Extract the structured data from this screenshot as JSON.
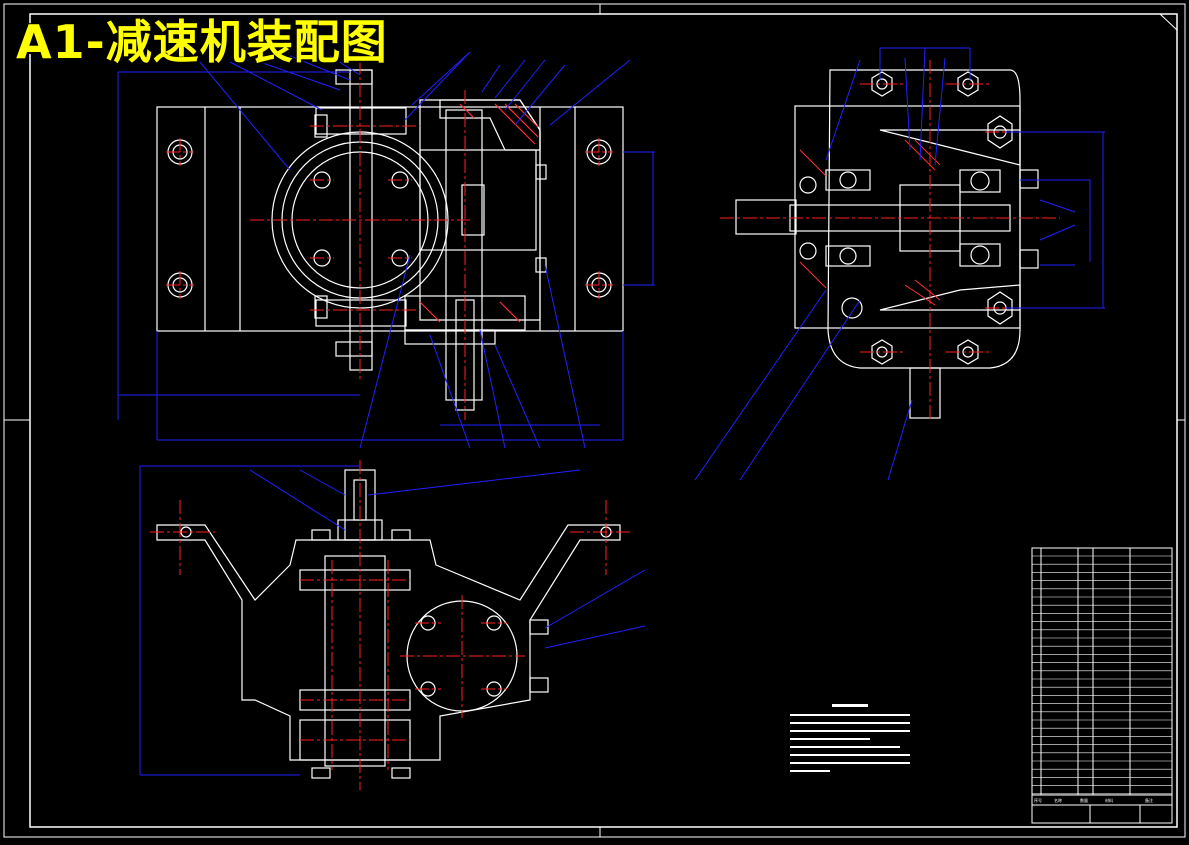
{
  "drawing": {
    "title": "A1-减速机装配图",
    "colors": {
      "background": "#000000",
      "outline": "#ffffff",
      "centerline": "#ff2020",
      "leader": "#2020ff",
      "title_text": "#ffff00",
      "hatch": "#ff3030",
      "frame": "#ffffff"
    },
    "views": [
      "front-view",
      "side-view",
      "top-view"
    ],
    "title_block": {
      "header": [
        "序号",
        "名称",
        "数量",
        "材料",
        "备注"
      ]
    }
  }
}
